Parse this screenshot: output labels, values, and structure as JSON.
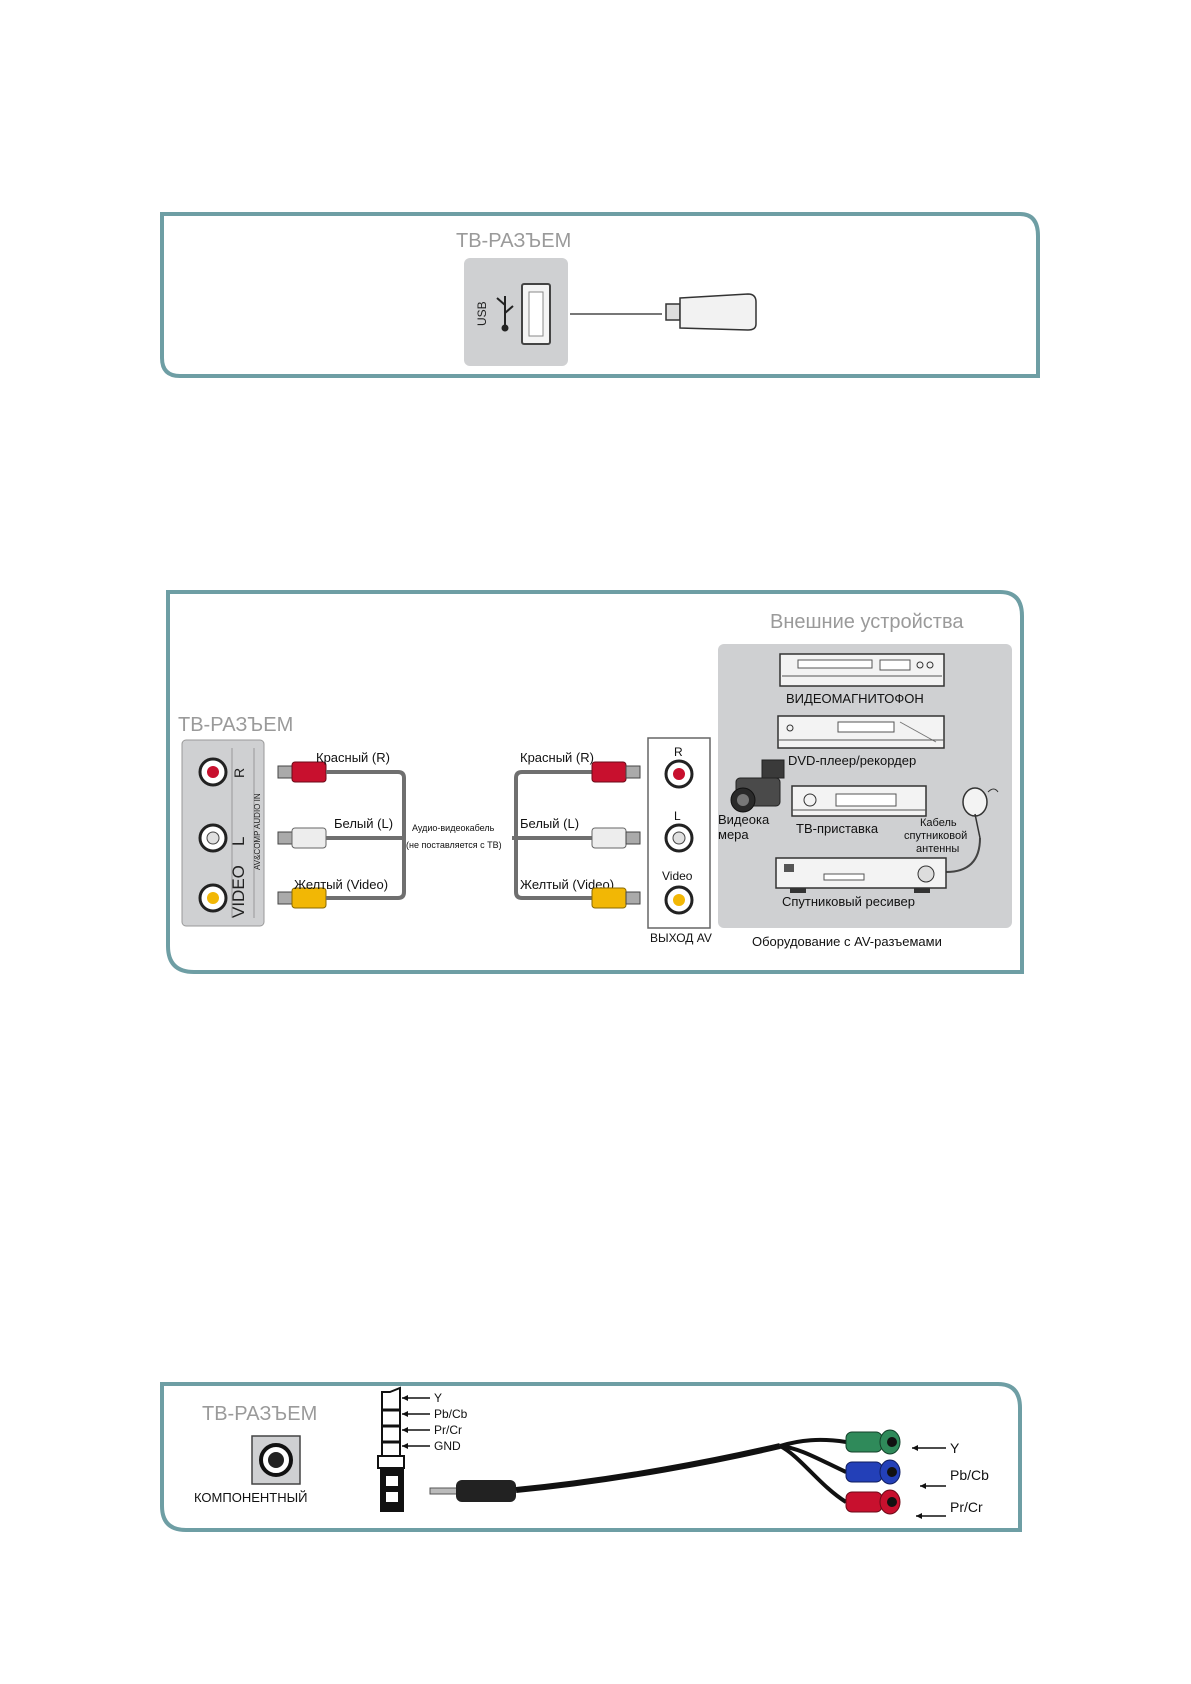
{
  "usb_panel": {
    "title": "ТВ-РАЗЪЕМ",
    "port_label": "USB"
  },
  "av_panel": {
    "tv_title": "ТВ-РАЗЪЕМ",
    "external_title": "Внешние устройства",
    "tv_jacks": {
      "r": "R",
      "l": "L",
      "video": "VIDEO",
      "side": "AV&COMP AUDIO IN"
    },
    "cable_labels_left": [
      "Красный (R)",
      "Белый (L)",
      "Желтый (Video)"
    ],
    "cable_labels_right": [
      "Красный (R)",
      "Белый (L)",
      "Желтый (Video)"
    ],
    "cable_note_1": "Аудио-видеокабель",
    "cable_note_2": "(не поставляется с ТВ)",
    "out_jacks": {
      "r": "R",
      "l": "L",
      "video": "Video"
    },
    "out_caption": "ВЫХОД AV",
    "devices": {
      "vcr": "ВИДЕОМАГНИТОФОН",
      "dvd": "DVD-плеер/рекордер",
      "camera_1": "Видеока",
      "camera_2": "мера",
      "stb": "ТВ-приставка",
      "sat_cable_1": "Кабель",
      "sat_cable_2": "спутниковой",
      "sat_cable_3": "антенны",
      "sat_receiver": "Спутниковый ресивер"
    },
    "caption": "Оборудование с AV-разъемами"
  },
  "comp_panel": {
    "title": "ТВ-РАЗЪЕМ",
    "jack_label": "КОМПОНЕНТНЫЙ",
    "plug_pins": [
      "Y",
      "Pb/Cb",
      "Pr/Cr",
      "GND"
    ],
    "rca_labels": [
      "Y",
      "Pb/Cb",
      "Pr/Cr"
    ]
  }
}
